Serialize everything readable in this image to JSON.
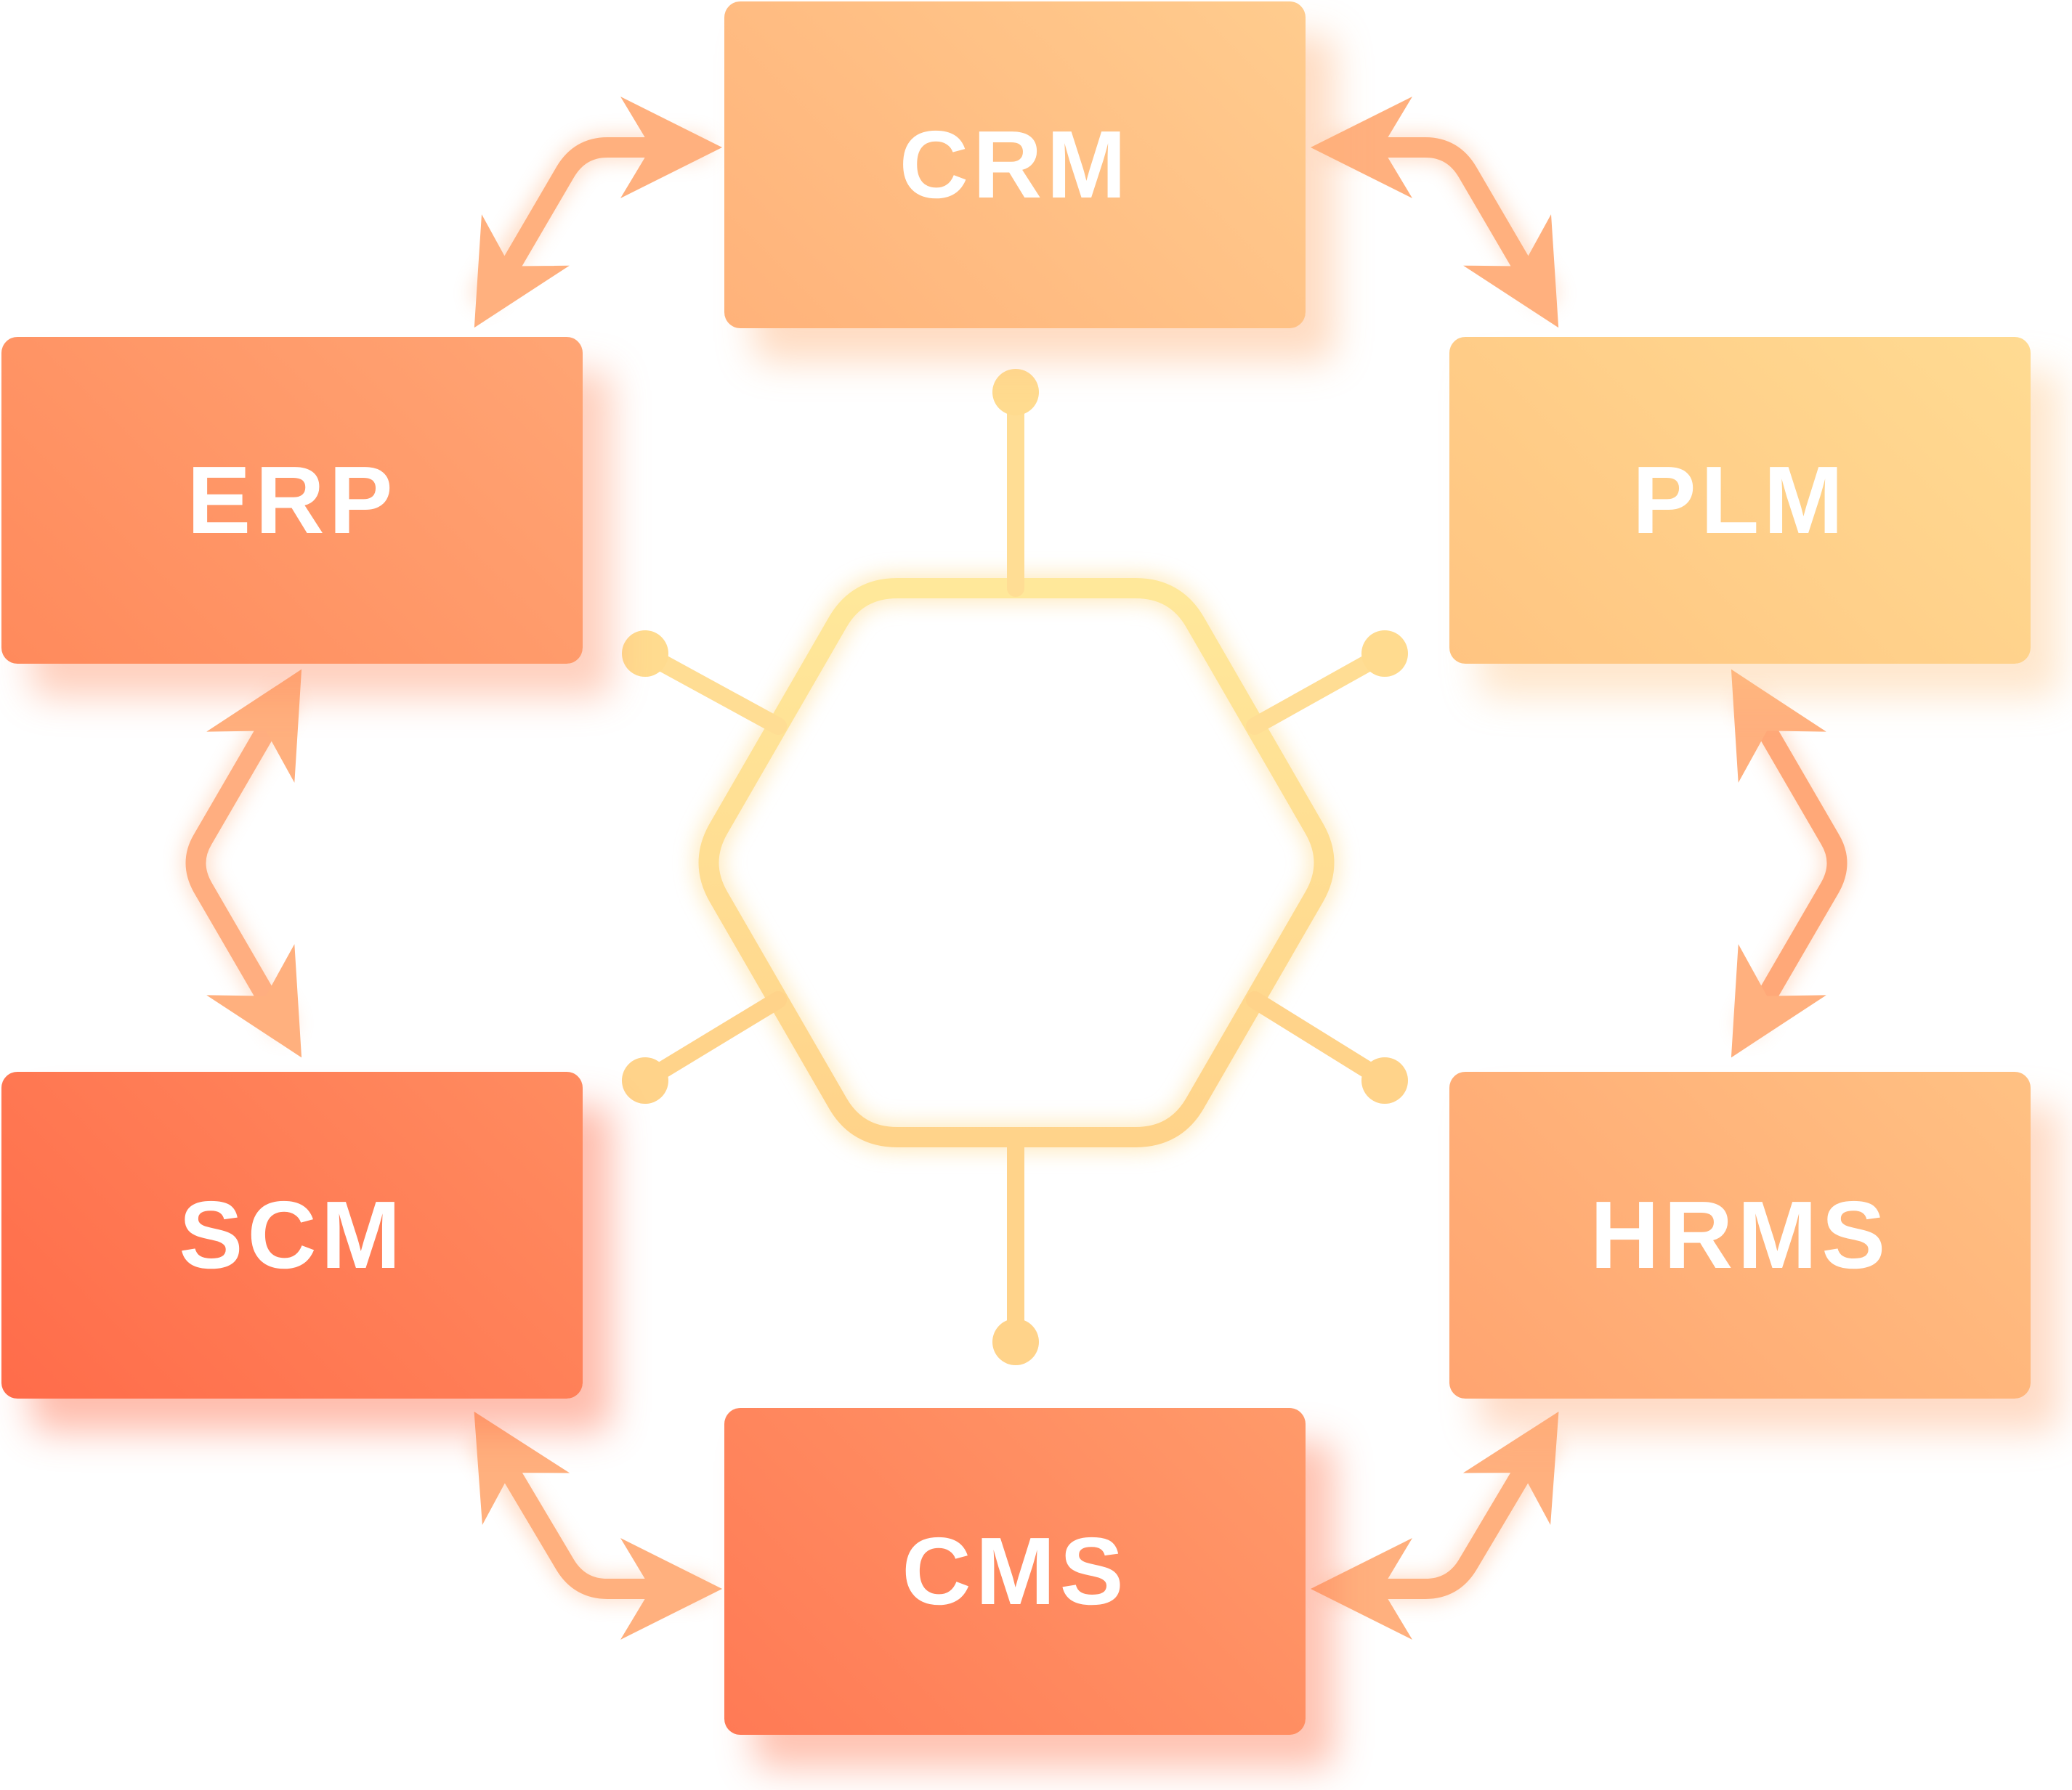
{
  "diagram": {
    "nodes": [
      {
        "id": "crm",
        "label": "CRM",
        "color_from": "#ffcc8e",
        "color_to": "#ffb27a"
      },
      {
        "id": "erp",
        "label": "ERP",
        "color_from": "#ffa574",
        "color_to": "#ff8a5c"
      },
      {
        "id": "plm",
        "label": "PLM",
        "color_from": "#ffdb92",
        "color_to": "#ffc481"
      },
      {
        "id": "scm",
        "label": "SCM",
        "color_from": "#ff8c60",
        "color_to": "#ff6c4a"
      },
      {
        "id": "hrms",
        "label": "HRMS",
        "color_from": "#ffc183",
        "color_to": "#ffa470"
      },
      {
        "id": "cms",
        "label": "CMS",
        "color_from": "#ff9a6a",
        "color_to": "#ff7a55"
      }
    ],
    "edges": [
      {
        "from": "crm",
        "to": "erp",
        "type": "bidirectional-arrow"
      },
      {
        "from": "crm",
        "to": "plm",
        "type": "bidirectional-arrow"
      },
      {
        "from": "erp",
        "to": "scm",
        "type": "bidirectional-arrow"
      },
      {
        "from": "plm",
        "to": "hrms",
        "type": "bidirectional-arrow"
      },
      {
        "from": "scm",
        "to": "cms",
        "type": "bidirectional-arrow"
      },
      {
        "from": "hrms",
        "to": "cms",
        "type": "bidirectional-arrow"
      }
    ],
    "hub": {
      "shape": "hexagon",
      "connectors": 6,
      "color_top": "#ffe89a",
      "color_bottom": "#ffd38a"
    },
    "arrow_color": "#ffb07e"
  }
}
